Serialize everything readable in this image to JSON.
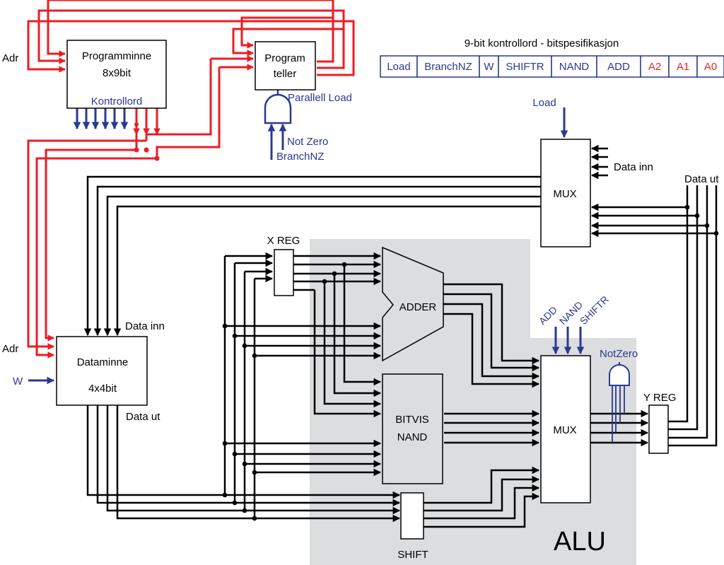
{
  "colors": {
    "red_bus": "#ec1c24",
    "blue_signal": "#2b3990",
    "black_bus": "#000000",
    "alu_background": "#dcdddf"
  },
  "labels": {
    "adr_program": "Adr",
    "program_memory_line1": "Programminne",
    "program_memory_line2": "8x9bit",
    "kontrollord": "Kontrollord",
    "program_counter_line1": "Program",
    "program_counter_line2": "teller",
    "parallel_load": "Parallell Load",
    "not_zero": "Not Zero",
    "branchnz": "BranchNZ",
    "load": "Load",
    "data_inn_mux": "Data inn",
    "data_ut_right": "Data ut",
    "mux_top": "MUX",
    "x_reg": "X REG",
    "adder": "ADDER",
    "add": "ADD",
    "nand": "NAND",
    "shiftr": "SHIFTR",
    "notzero": "NotZero",
    "y_reg": "Y REG",
    "data_inn_mem": "Data inn",
    "adr_data": "Adr",
    "w_signal": "W",
    "data_memory_line1": "Dataminne",
    "data_memory_line2": "4x4bit",
    "data_ut_mem": "Data ut",
    "bitvis_line1": "BITVIS",
    "bitvis_line2": "NAND",
    "mux_alu": "MUX",
    "shift": "SHIFT",
    "alu": "ALU"
  },
  "control_word": {
    "title": "9-bit kontrollord - bitspesifikasjon",
    "fields": [
      {
        "label": "Load",
        "color": "#2b3990"
      },
      {
        "label": "BranchNZ",
        "color": "#2b3990"
      },
      {
        "label": "W",
        "color": "#2b3990"
      },
      {
        "label": "SHIFTR",
        "color": "#2b3990"
      },
      {
        "label": "NAND",
        "color": "#2b3990"
      },
      {
        "label": "ADD",
        "color": "#2b3990"
      },
      {
        "label": "A2",
        "color": "#e8262b"
      },
      {
        "label": "A1",
        "color": "#e8262b"
      },
      {
        "label": "A0",
        "color": "#e8262b"
      }
    ]
  }
}
